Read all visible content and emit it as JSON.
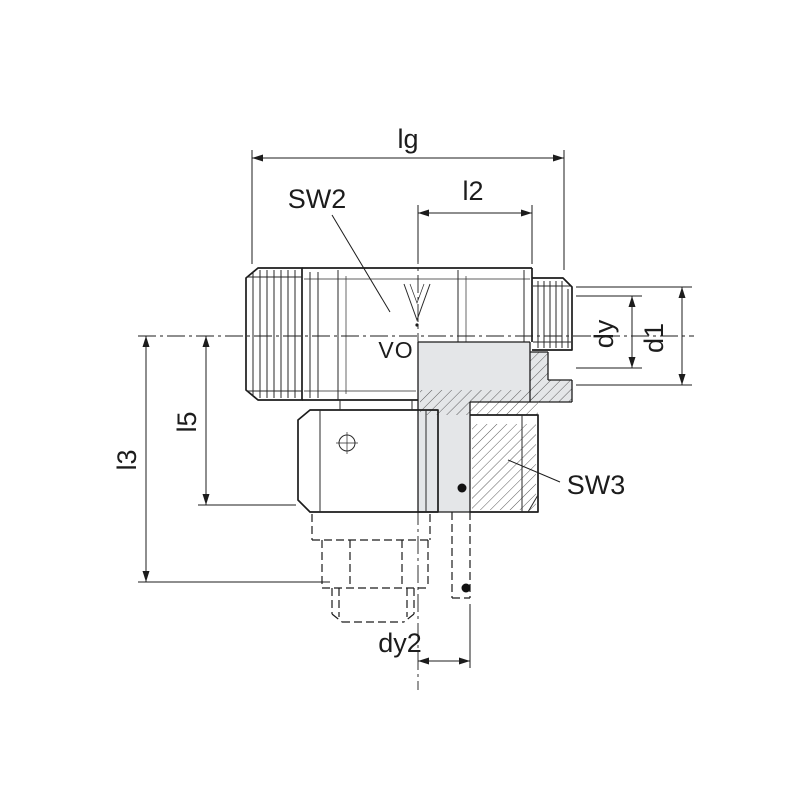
{
  "drawing": {
    "labels": {
      "lg": "lg",
      "sw2": "SW2",
      "l2": "l2",
      "dy": "dy",
      "d1": "d1",
      "l5": "l5",
      "l3": "l3",
      "sw3": "SW3",
      "dy2": "dy2",
      "stamp": "VO"
    },
    "colors": {
      "line": "#1c1c1c",
      "section_fill": "#e4e6e8",
      "background": "#ffffff"
    }
  }
}
